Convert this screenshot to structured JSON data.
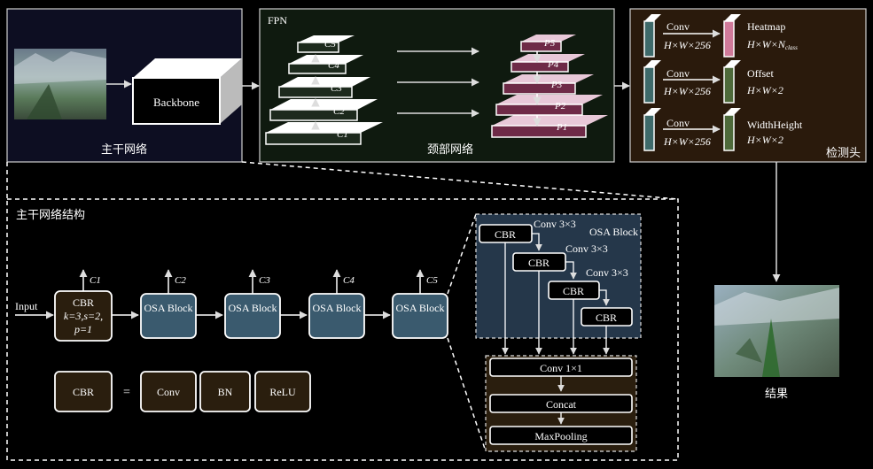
{
  "top": {
    "backbone": {
      "box": "Backbone",
      "caption": "主干网络"
    },
    "fpn": {
      "title": "FPN",
      "caption": "颈部网络",
      "left": [
        "C5",
        "C4",
        "C3",
        "C2",
        "C1"
      ],
      "right": [
        "P5",
        "P4",
        "P3",
        "P2",
        "P1"
      ]
    },
    "head": {
      "caption": "检测头",
      "rows": [
        {
          "op": "Conv",
          "dim": "H×W×256",
          "out": "Heatmap",
          "outdim": "H×W×N",
          "sub": "class"
        },
        {
          "op": "Conv",
          "dim": "H×W×256",
          "out": "Offset",
          "outdim": "H×W×2",
          "sub": ""
        },
        {
          "op": "Conv",
          "dim": "H×W×256",
          "out": "WidthHeight",
          "outdim": "H×W×2",
          "sub": ""
        }
      ]
    },
    "result": {
      "caption": "结果"
    }
  },
  "detail": {
    "title": "主干网络结构",
    "input": "Input",
    "cbr": {
      "l1": "CBR",
      "l2": "k=3,s=2,",
      "l3": "p=1"
    },
    "osa": [
      "OSA Block",
      "OSA Block",
      "OSA Block",
      "OSA Block"
    ],
    "taps": [
      "C1",
      "C2",
      "C3",
      "C4",
      "C5"
    ],
    "legend": {
      "cbr": "CBR",
      "eq": "=",
      "parts": [
        "Conv",
        "BN",
        "ReLU"
      ]
    },
    "osa_block": {
      "title": "OSA Block",
      "cbr": [
        "CBR",
        "CBR",
        "CBR",
        "CBR"
      ],
      "convs": [
        "Conv 3×3",
        "Conv 3×3",
        "Conv 3×3"
      ],
      "tail": [
        "Conv 1×1",
        "Concat",
        "MaxPooling"
      ]
    }
  },
  "colors": {
    "backbone_bg": "#0d0e22",
    "fpn_bg": "#0f1a0f",
    "head_bg": "#2a1a0c",
    "osa_fill": "#3a5a6e",
    "osa_panel": "#25374a",
    "fpn_left": "#1d2a1d",
    "fpn_right": "#6e2a47",
    "tail_panel": "#2a1e0e"
  }
}
